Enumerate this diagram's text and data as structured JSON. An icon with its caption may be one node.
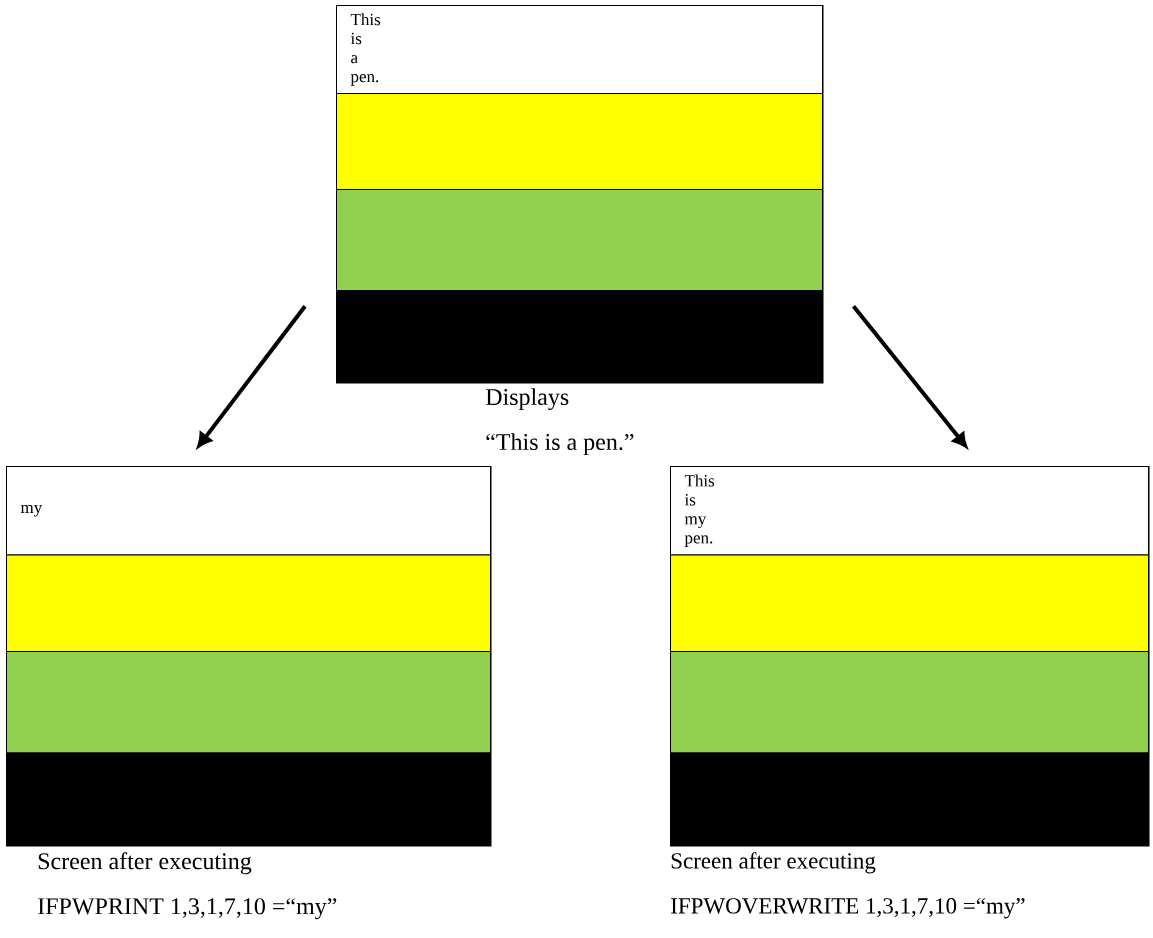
{
  "diagram": {
    "nodes": [
      {
        "text": [],
        "shape": "box",
        "beside": [
          "Displays “This is a pen.”"
        ]
      },
      {
        "text": [
          "This is a pen."
        ],
        "in": 0
      },
      {
        "text": [],
        "shape": "box",
        "in": 0
      },
      {
        "text": [],
        "shape": "box",
        "in": 0
      },
      {
        "text": [],
        "shape": "box",
        "in": 0
      },
      {
        "text": [],
        "shape": "box",
        "beside": [
          "Screen after executing IFPWPRINT 1,3,1,7,10 =“my”"
        ]
      },
      {
        "text": [
          "my"
        ],
        "in": 5
      },
      {
        "text": [],
        "shape": "box",
        "in": 5
      },
      {
        "text": [],
        "shape": "box",
        "in": 5
      },
      {
        "text": [],
        "shape": "box",
        "in": 5
      },
      {
        "text": [],
        "shape": "box",
        "beside": [
          "Screen after executing IFPWOVERWRITE 1,3,1,7,10 =“my”"
        ]
      },
      {
        "text": [
          "This is my pen."
        ],
        "in": 10
      },
      {
        "text": [],
        "shape": "box",
        "in": 10
      },
      {
        "text": [],
        "shape": "box",
        "in": 10
      },
      {
        "text": [],
        "shape": "box",
        "in": 10
      }
    ],
    "edges": [
      {
        "from": 0,
        "to": 5,
        "arrow": "to"
      },
      {
        "from": 0,
        "to": 10,
        "arrow": "to"
      }
    ]
  }
}
